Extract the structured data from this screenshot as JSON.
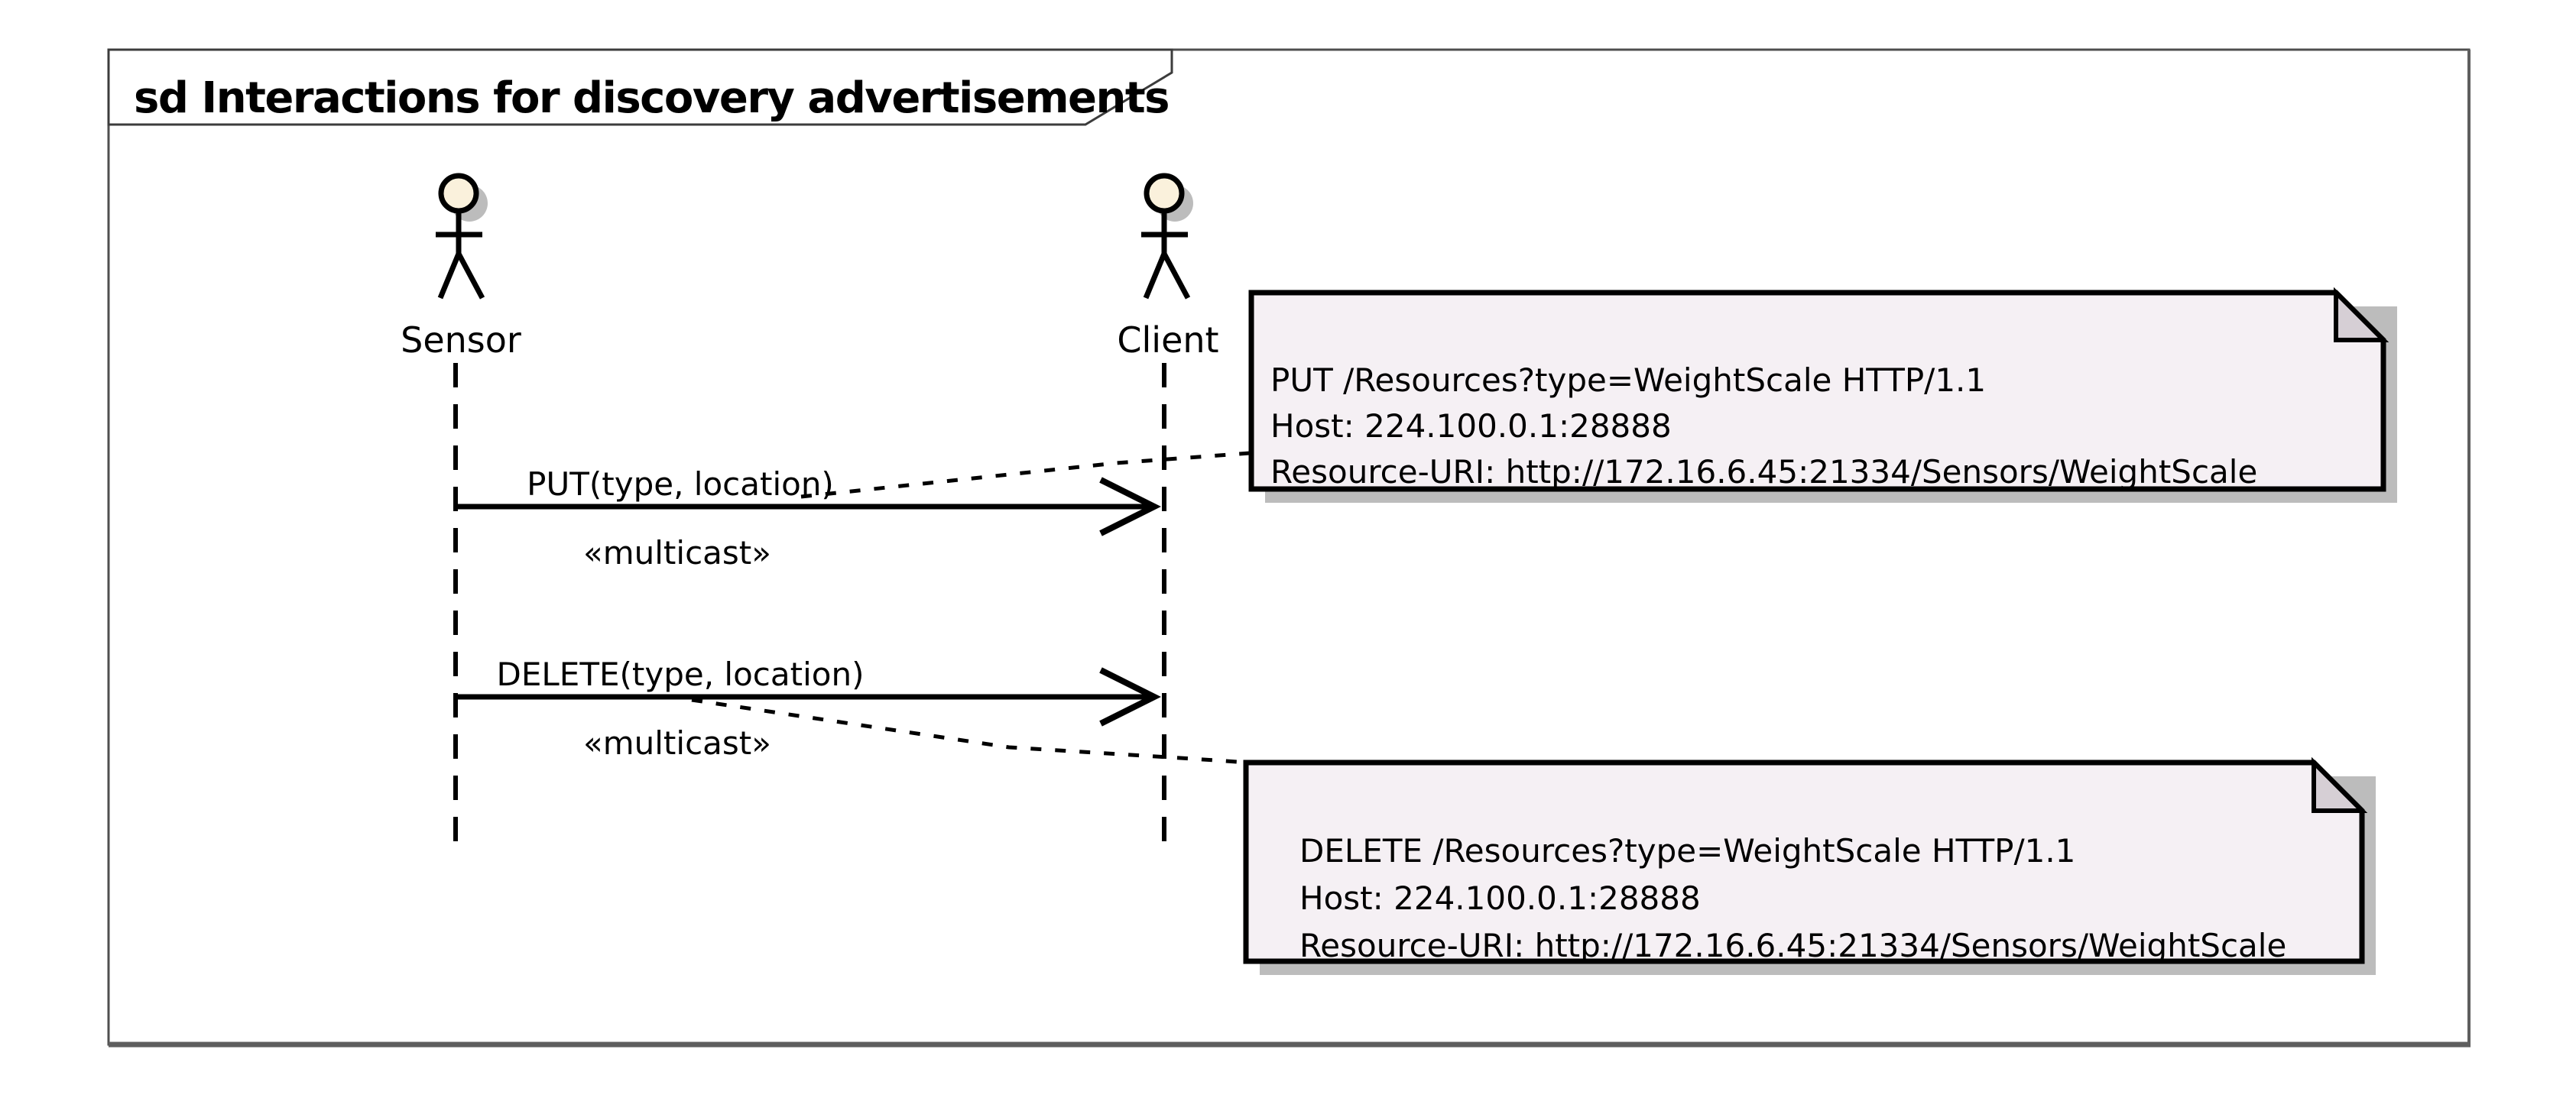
{
  "diagram": {
    "frame_title": "sd Interactions for discovery advertisements",
    "actors": [
      {
        "name": "Sensor"
      },
      {
        "name": "Client"
      }
    ],
    "messages": [
      {
        "label": "PUT(type, location)",
        "stereotype": "«multicast»",
        "from": "Sensor",
        "to": "Client"
      },
      {
        "label": "DELETE(type, location)",
        "stereotype": "«multicast»",
        "from": "Sensor",
        "to": "Client"
      }
    ],
    "notes": [
      {
        "lines": [
          "PUT /Resources?type=WeightScale HTTP/1.1",
          "Host: 224.100.0.1:28888",
          "Resource-URI: http://172.16.6.45:21334/Sensors/WeightScale"
        ]
      },
      {
        "lines": [
          "DELETE /Resources?type=WeightScale HTTP/1.1",
          "Host: 224.100.0.1:28888",
          "Resource-URI: http://172.16.6.45:21334/Sensors/WeightScale"
        ]
      }
    ],
    "colors": {
      "ink": "#000000",
      "frame_border": "#4f4f4f",
      "note_fill": "#f5f0f4",
      "note_fold_fill": "#d6cfd5",
      "actor_head_fill": "#faf1dc",
      "shadow": "#bcbcbc"
    }
  }
}
